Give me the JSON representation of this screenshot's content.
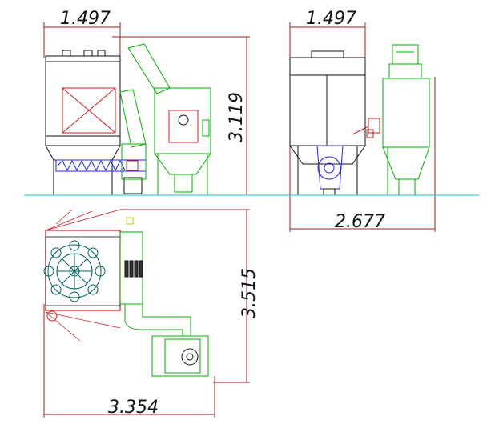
{
  "drawing": {
    "views": {
      "front": {
        "width_label": "1.497",
        "height_label": "3.119"
      },
      "side": {
        "width_label": "1.497",
        "depth_label": "2.677"
      },
      "plan": {
        "width_label": "3.354",
        "depth_label": "3.515"
      }
    },
    "colors": {
      "outline": "#111111",
      "dimension": "#a02020",
      "structure_red": "#d02020",
      "ducting_green": "#00b000",
      "conveyor_blue": "#2020ff",
      "floor_cyan": "#40c8e0",
      "wheel_teal": "#006060"
    }
  }
}
